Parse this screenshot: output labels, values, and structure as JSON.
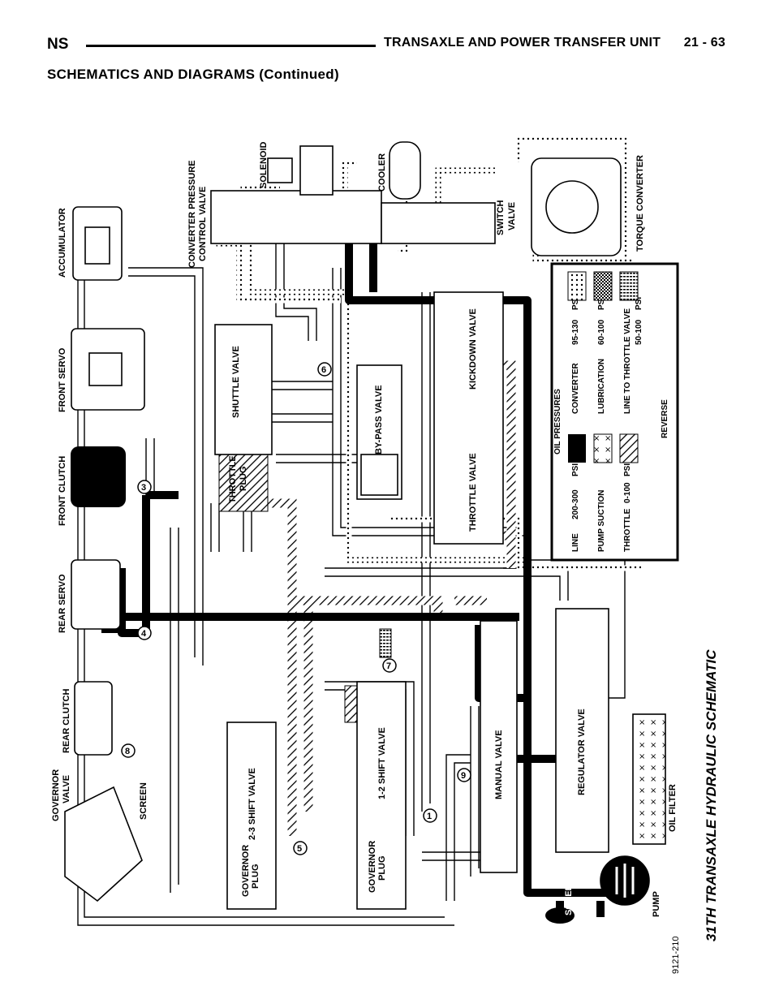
{
  "header": {
    "left": "NS",
    "title": "TRANSAXLE AND POWER TRANSFER UNIT",
    "page": "21 - 63"
  },
  "subheading": "SCHEMATICS AND DIAGRAMS (Continued)",
  "caption": "31TH TRANSAXLE HYDRAULIC SCHEMATIC",
  "figure_id": "9121-210",
  "labels": {
    "accumulator": "ACCUMULATOR",
    "converter_pressure_1": "CONVERTER PRESSURE",
    "converter_pressure_2": "CONTROL VALVE",
    "solenoid": "SOLENOID",
    "cooler": "COOLER",
    "torque_converter": "TORQUE CONVERTER",
    "switch_valve_1": "SWITCH",
    "switch_valve_2": "VALVE",
    "front_servo": "FRONT SERVO",
    "front_clutch": "FRONT CLUTCH",
    "rear_servo": "REAR SERVO",
    "rear_clutch": "REAR CLUTCH",
    "governor_valve_1": "GOVERNOR",
    "governor_valve_2": "VALVE",
    "screen_top": "SCREEN",
    "shuttle_valve": "SHUTTLE VALVE",
    "throttle_plug_1": "THROTTLE",
    "throttle_plug_2": "PLUG",
    "bypass_valve": "BY-PASS VALVE",
    "kickdown_valve": "KICKDOWN VALVE",
    "throttle_valve": "THROTTLE VALVE",
    "shift_23": "2-3 SHIFT VALVE",
    "shift_12": "1-2 SHIFT VALVE",
    "governor_plug_1": "GOVERNOR",
    "governor_plug_2": "PLUG",
    "manual_valve": "MANUAL VALVE",
    "regulator_valve": "REGULATOR VALVE",
    "oil_filter": "OIL FILTER",
    "pump": "PUMP",
    "screen_bottom": "SCREEN"
  },
  "numbers": [
    "1",
    "3",
    "4",
    "5",
    "6",
    "7",
    "8",
    "9"
  ],
  "legend": {
    "title": "OIL PRESSURES",
    "rows": [
      {
        "name": "LINE",
        "range": "200-300",
        "unit": "PSI",
        "pattern": "solid"
      },
      {
        "name": "PUMP SUCTION",
        "range": "",
        "unit": "",
        "pattern": "cross"
      },
      {
        "name": "THROTTLE",
        "range": "0-100",
        "unit": "PSI",
        "pattern": "hatch"
      },
      {
        "name": "CONVERTER",
        "range": "95-130",
        "unit": "PSI",
        "pattern": "dots"
      },
      {
        "name": "LUBRICATION",
        "range": "60-100",
        "unit": "PSI",
        "pattern": "checker"
      },
      {
        "name": "LINE TO THROTTLE VALVE",
        "range": "50-100",
        "unit": "PSI",
        "pattern": "dense"
      }
    ],
    "mode": "REVERSE"
  }
}
